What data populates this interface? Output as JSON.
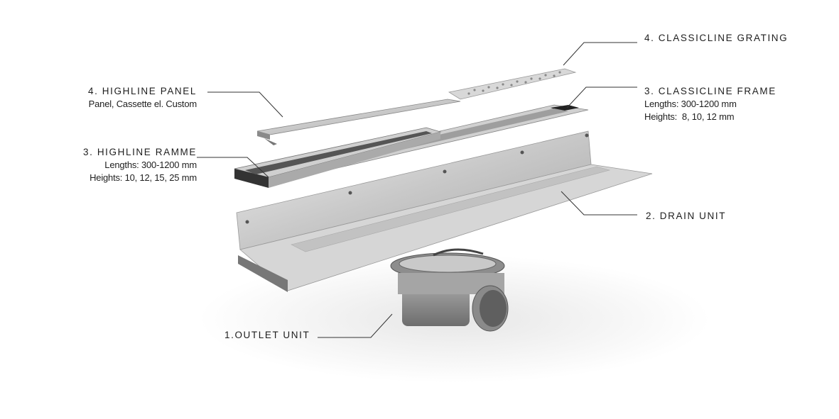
{
  "labels": {
    "classicline_grating": {
      "title": "4. CLASSICLINE GRATING"
    },
    "classicline_frame": {
      "title": "3. CLASSICLINE FRAME",
      "lines": [
        "Lengths: 300-1200 mm",
        "Heights:  8, 10, 12 mm"
      ]
    },
    "highline_panel": {
      "title": "4. HIGHLINE PANEL",
      "lines": [
        "Panel, Cassette el. Custom"
      ]
    },
    "highline_ramme": {
      "title": "3. HIGHLINE RAMME",
      "lines": [
        "Lengths: 300-1200 mm",
        "Heights: 10, 12, 15, 25 mm"
      ]
    },
    "drain_unit": {
      "title": "2. DRAIN UNIT"
    },
    "outlet_unit": {
      "title": "1.OUTLET UNIT"
    }
  },
  "colors": {
    "text": "#1e1e1e",
    "line": "#333333",
    "steel": "#c9c9c9",
    "outlet": "#9a9a9a"
  }
}
